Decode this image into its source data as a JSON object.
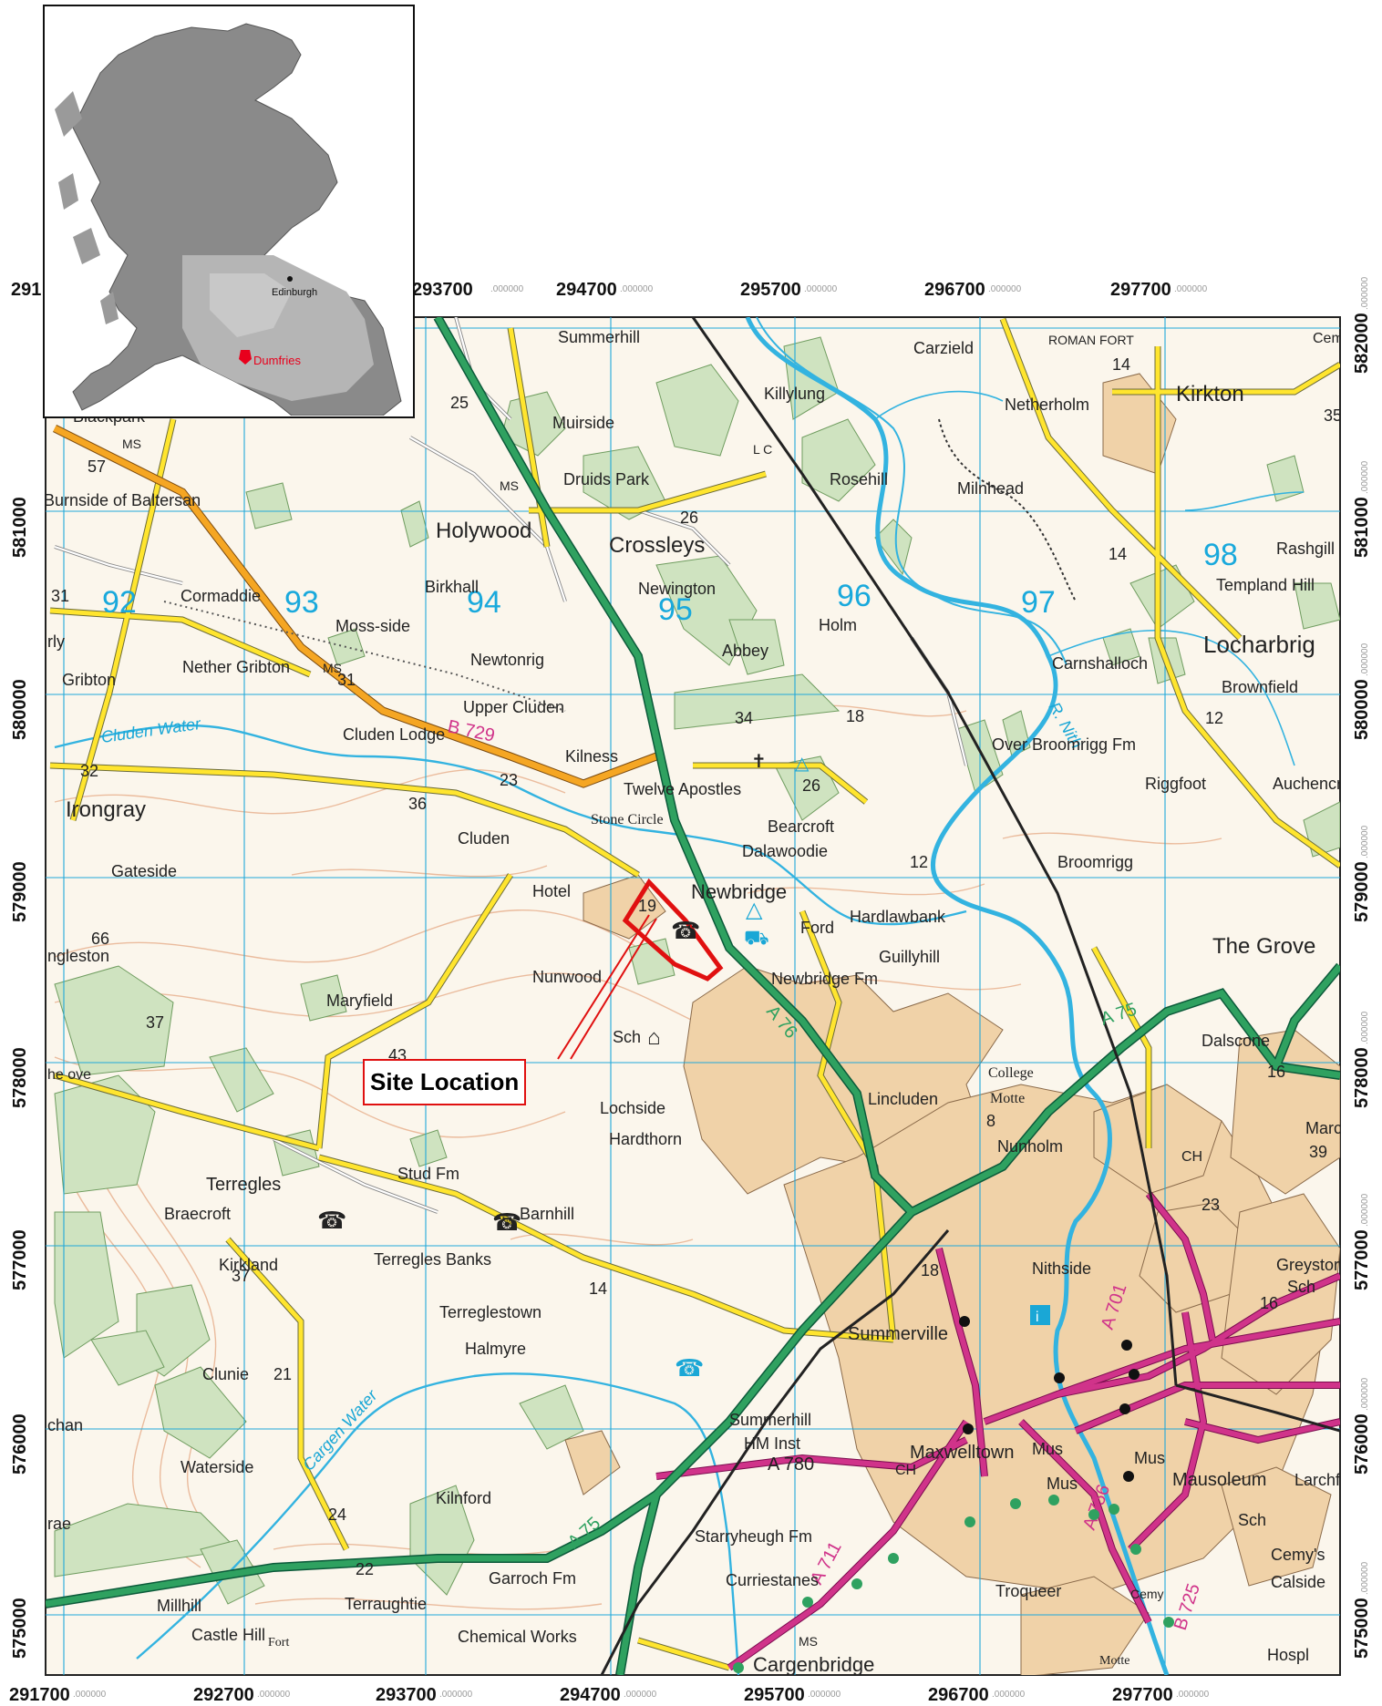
{
  "grid": {
    "x_labels": [
      "291700",
      "292700",
      "293700",
      "294700",
      "295700",
      "296700",
      "297700"
    ],
    "y_labels": [
      "582000",
      "581000",
      "580000",
      "579000",
      "578000",
      "577000",
      "576000",
      "575000"
    ],
    "suffix": ".000000"
  },
  "grid_squares": [
    "92",
    "93",
    "94",
    "95",
    "96",
    "97",
    "98"
  ],
  "inset": {
    "cities": {
      "edinburgh": "Edinburgh",
      "dumfries": "Dumfries"
    },
    "highlight_color": "#e8001c"
  },
  "callout": {
    "label": "Site Location",
    "color": "#e01010"
  },
  "places": {
    "summerhill_n": "Summerhill",
    "killylung": "Killylung",
    "muirside": "Muirside",
    "druids_park": "Druids Park",
    "rosehill": "Rosehill",
    "milnhead": "Milnhead",
    "carzield": "Carzield",
    "roman_fort": "ROMAN FORT",
    "netherholm": "Netherholm",
    "kirkton": "Kirkton",
    "cemy_ne": "Cemy",
    "blackpark": "Blackpark",
    "burnside": "Burnside of Baltersan",
    "holywood": "Holywood",
    "crossleys": "Crossleys",
    "birkhall": "Birkhall",
    "newington": "Newington",
    "cormaddie": "Cormaddie",
    "moss_side": "Moss-side",
    "holm": "Holm",
    "abbey": "Abbey",
    "newtonrig": "Newtonrig",
    "nether_gribton": "Nether Gribton",
    "gribton": "Gribton",
    "rashgill": "Rashgill",
    "templand_hill": "Templand Hill",
    "locharbriggs": "Locharbrig",
    "carnshalloch": "Carnshalloch",
    "brownfield": "Brownfield",
    "upper_cluden": "Upper Cluden",
    "cluden_lodge": "Cluden Lodge",
    "kilness": "Kilness",
    "over_broomrigg": "Over Broomrigg Fm",
    "riggfoot": "Riggfoot",
    "auchencr": "Auchencr",
    "twelve_apostles": "Twelve Apostles",
    "irongray": "Irongray",
    "stone_circle": "Stone Circle",
    "bearcroft": "Bearcroft",
    "dalawoodie": "Dalawoodie",
    "cluden": "Cluden",
    "gateside": "Gateside",
    "broomrigg": "Broomrigg",
    "hotel": "Hotel",
    "newbridge": "Newbridge",
    "hardlawbank": "Hardlawbank",
    "ford": "Ford",
    "guillyhill": "Guillyhill",
    "the_grove": "The Grove",
    "ingleston": "ngleston",
    "nunwood": "Nunwood",
    "newbridge_fm": "Newbridge Fm",
    "maryfield": "Maryfield",
    "sch_1": "Sch",
    "dalscone": "Dalscone",
    "college": "College",
    "lochside": "Lochside",
    "lincluden": "Lincluden",
    "motte": "Motte",
    "march": "March",
    "hardthorn": "Hardthorn",
    "nunholm": "Nunholm",
    "ch_1": "CH",
    "stud_fm": "Stud Fm",
    "terregles": "Terregles",
    "braecroft": "Braecroft",
    "barnhill": "Barnhill",
    "kirkland": "Kirkland",
    "terregles_banks": "Terregles Banks",
    "nithside": "Nithside",
    "greystone": "Greystor",
    "sch_2": "Sch",
    "terreglestown": "Terreglestown",
    "halmyre": "Halmyre",
    "summerville": "Summerville",
    "clunie": "Clunie",
    "summerhill_s": "Summerhill",
    "hm_inst": "HM Inst",
    "maxwelltown": "Maxwelltown",
    "mus_1": "Mus",
    "mus_2": "Mus",
    "mus_3": "Mus",
    "mausoleum": "Mausoleum",
    "larchf": "Larchf",
    "waterside": "Waterside",
    "ch_2": "CH",
    "kilnford": "Kilnford",
    "starryheugh": "Starryheugh Fm",
    "sch_3": "Sch",
    "cemys": "Cemy's",
    "calside": "Calside",
    "curriestanes": "Curriestanes",
    "millhill": "Millhill",
    "garroch": "Garroch Fm",
    "terraughtie": "Terraughtie",
    "troqueer": "Troqueer",
    "cemy_s": "Cemy",
    "castle_hill": "Castle Hill",
    "fort": "Fort",
    "chemical_works": "Chemical Works",
    "cargenbridge": "Cargenbridge",
    "motte_s": "Motte",
    "hospl": "Hospl",
    "ms_1": "MS",
    "ms_2": "MS",
    "ms_3": "MS",
    "ms_4": "MS",
    "lc": "L C",
    "rae": "rae",
    "chan": "chan",
    "rly": "rly",
    "he_ove": "he ove"
  },
  "roads": {
    "b729": "B 729",
    "a76": "A 76",
    "a75_ne": "A 75",
    "a75_sw": "A 75",
    "a780": "A 780",
    "a711": "A 711",
    "a756": "A 756",
    "a701": "A 701",
    "b725": "B 725"
  },
  "water": {
    "cluden_water": "Cluden Water",
    "r_nith": "R. Nith",
    "cargen_water": "Cargen Water"
  },
  "heights": {
    "h25": "25",
    "h26a": "26",
    "h14a": "14",
    "h35": "35",
    "h57": "57",
    "h31a": "31",
    "h31b": "31",
    "h14b": "14",
    "h34": "34",
    "h18a": "18",
    "h12a": "12",
    "h32": "32",
    "h23a": "23",
    "h26b": "26",
    "h36": "36",
    "h12b": "12",
    "h19": "19",
    "h66": "66",
    "h37a": "37",
    "h43": "43",
    "h16": "16",
    "h8": "8",
    "h39": "39",
    "h23b": "23",
    "h18b": "18",
    "h37b": "37",
    "h14c": "14",
    "h21": "21",
    "h16b": "16",
    "h24": "24",
    "h22": "22"
  }
}
